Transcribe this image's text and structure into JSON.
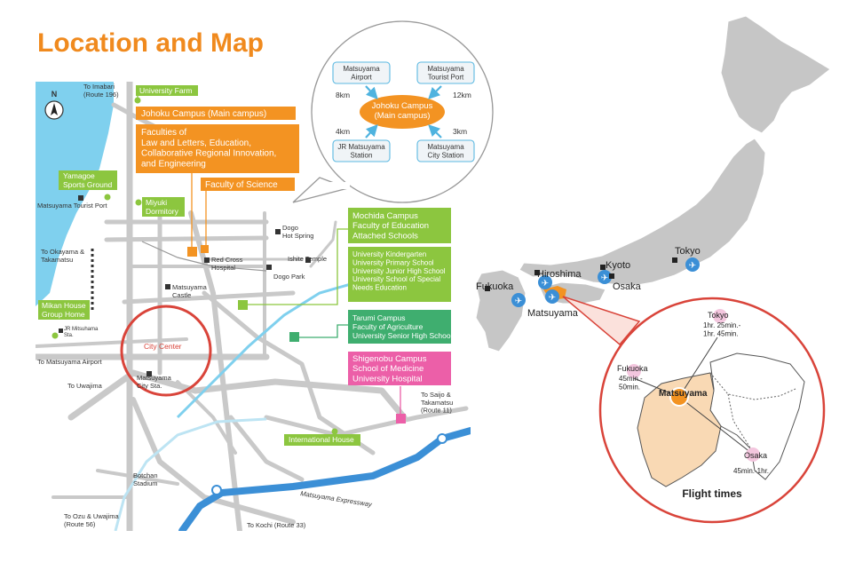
{
  "title": "Location and Map",
  "colors": {
    "orange": "#f39322",
    "green": "#8cc63f",
    "teal": "#3fae6f",
    "pink": "#ec5fa8",
    "sea": "#7fd0ee",
    "river": "#3b8fd6",
    "road": "#c9c9c9",
    "japan": "#c6c6c6",
    "shikoku": "#f9d9b4",
    "circle": "#d9443a"
  },
  "city_map": {
    "north_label": "N",
    "places": {
      "imabari": "To Imabari\n(Route 196)",
      "tourist_port": "Matsuyama Tourist Port",
      "okayama": "To Okayama &\nTakamatsu",
      "jr_mitsu": "JR Mitsuhama\nSta.",
      "airport": "To Matsuyama Airport",
      "uwajima": "To Uwajima",
      "dogo_hot_spring": "Dogo\nHot Spring",
      "ishite_temple": "Ishite Temple",
      "dogo_park": "Dogo Park",
      "red_cross": "Red Cross\nHospital",
      "castle": "Matsuyama\nCastle",
      "city_center": "City Center",
      "city_sta": "Matsuyama\nCity Sta.",
      "saijo": "To Saijo &\nTakamatsu\n(Route 11)",
      "botchan": "Botchan\nStadium",
      "expressway": "Matsuyama Expressway",
      "ozu": "To Ozu & Uwajima\n(Route 56)",
      "kochi": "To Kochi (Route 33)"
    },
    "boxes": {
      "farm": "University Farm",
      "johoku": "Johoku Campus (Main campus)",
      "faculties": "Faculties of\nLaw and Letters, Education,\nCollaborative Regional Innovation,\nand Engineering",
      "science": "Faculty of Science",
      "yamagoe": "Yamagoe\nSports Ground",
      "miyuki": "Miyuki\nDormitory",
      "mikan": "Mikan House\nGroup Home",
      "mochida_title": "Mochida Campus\nFaculty of Education\nAttached Schools",
      "mochida_list": "University Kindergarten\nUniversity Primary School\nUniversity Junior High School\nUniversity School of Special\nNeeds Education",
      "tarumi": "Tarumi Campus\nFaculty of Agriculture\nUniversity Senior High School",
      "shigenobu": "Shigenobu Campus\nSchool of Medicine\nUniversity Hospital",
      "international": "International House"
    }
  },
  "access_bubble": {
    "center": "Johoku Campus\n(Main campus)",
    "items": [
      {
        "label": "Matsuyama\nAirport",
        "distance": "8km"
      },
      {
        "label": "Matsuyama\nTourist Port",
        "distance": "12km"
      },
      {
        "label": "JR Matsuyama\nStation",
        "distance": "4km"
      },
      {
        "label": "Matsuyama\nCity Station",
        "distance": "3km"
      }
    ]
  },
  "japan_map": {
    "cities": [
      "Tokyo",
      "Kyoto",
      "Osaka",
      "Hiroshima",
      "Fukuoka",
      "Matsuyama"
    ]
  },
  "flight_inset": {
    "center": "Matsuyama",
    "routes": [
      {
        "city": "Tokyo",
        "time": "1hr. 25min.-\n1hr. 45min."
      },
      {
        "city": "Fukuoka",
        "time": "45min.-\n50min."
      },
      {
        "city": "Osaka",
        "time": "45min.-1hr."
      }
    ],
    "caption": "Flight times"
  }
}
